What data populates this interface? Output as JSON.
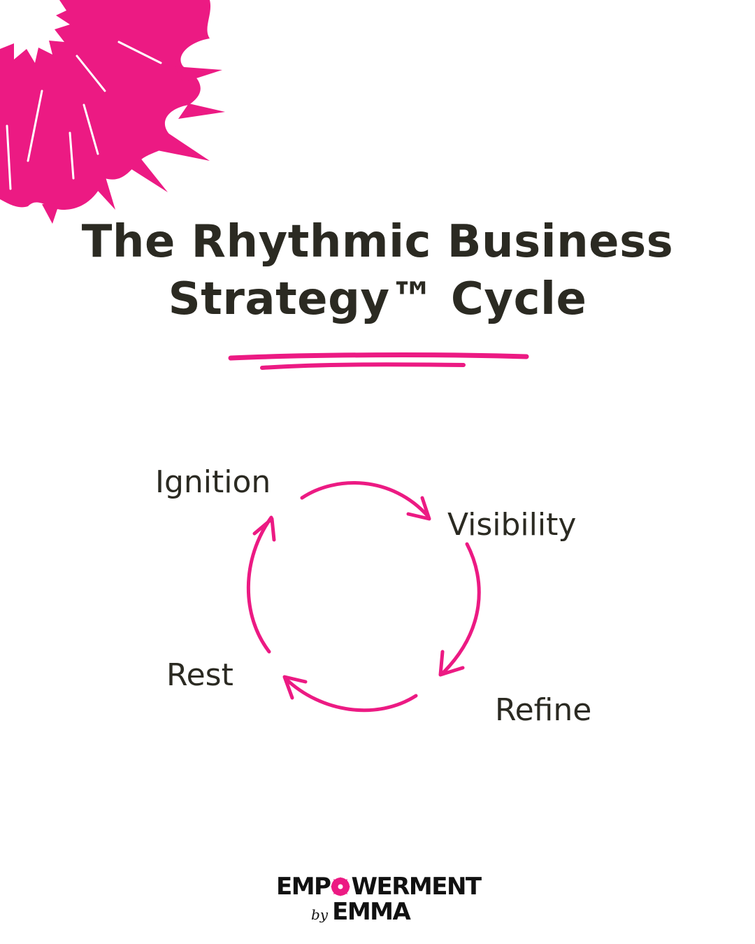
{
  "title": {
    "line1": "The Rhythmic Business",
    "line2": "Strategy™ Cycle"
  },
  "cycle": {
    "steps": [
      {
        "label": "Ignition"
      },
      {
        "label": "Visibility"
      },
      {
        "label": "Refine"
      },
      {
        "label": "Rest"
      }
    ]
  },
  "logo": {
    "line1_left": "EMP",
    "line1_right": "WERMENT",
    "by": "by",
    "line2": "EMMA"
  },
  "colors": {
    "accent": "#ec1a83",
    "text": "#2b2a22",
    "background": "#ffffff"
  },
  "icons": {
    "decoration": "pink-flower-icon",
    "arrows": "curved-arrow-icon"
  }
}
